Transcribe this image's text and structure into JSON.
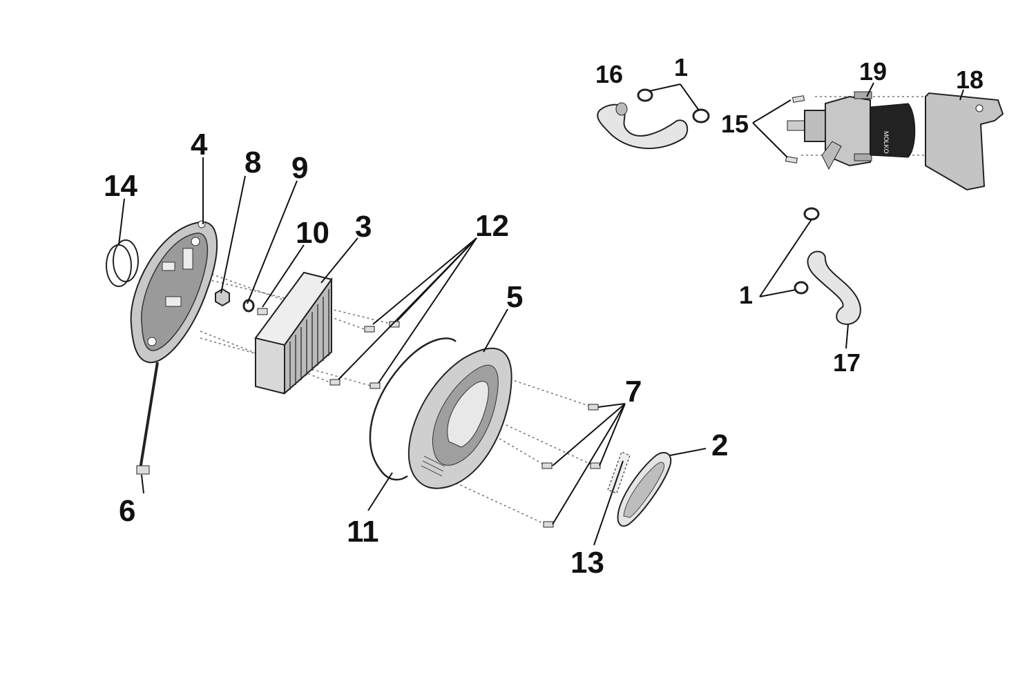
{
  "diagram": {
    "labels": {
      "p1a": "1",
      "p1b": "1",
      "p2": "2",
      "p3": "3",
      "p4": "4",
      "p5": "5",
      "p6": "6",
      "p7": "7",
      "p8": "8",
      "p9": "9",
      "p10": "10",
      "p11": "11",
      "p12": "12",
      "p13": "13",
      "p14": "14",
      "p15": "15",
      "p16": "16",
      "p17": "17",
      "p18": "18",
      "p19": "19"
    },
    "valve_marking": "MOLKO"
  }
}
